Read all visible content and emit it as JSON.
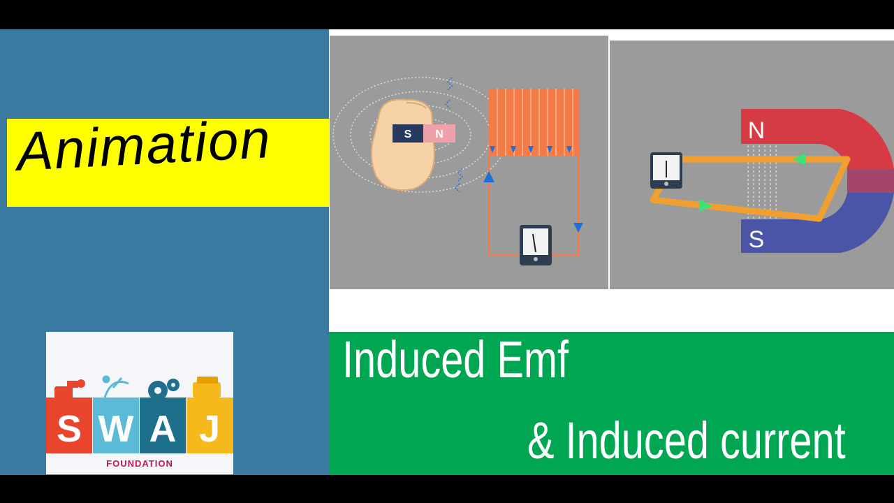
{
  "banner": {
    "animation_label": "Animation"
  },
  "logo": {
    "letters": [
      "S",
      "W",
      "A",
      "J"
    ],
    "letter_colors": [
      "#e8452c",
      "#5bbad5",
      "#1d6f8c",
      "#f6b91b"
    ],
    "subtitle": "FOUNDATION"
  },
  "illustration_left": {
    "magnet_south_label": "S",
    "magnet_north_label": "N"
  },
  "illustration_right": {
    "north_label": "N",
    "south_label": "S"
  },
  "title": {
    "line1": "Induced Emf",
    "line2": "& Induced current"
  },
  "colors": {
    "left_panel": "#3a7aa1",
    "banner": "#ffff00",
    "title_panel": "#00a651",
    "coil": "#f47a48",
    "arrow_blue": "#1e6fd9",
    "arrow_green": "#3ee07a",
    "magnet_red": "#d63a44",
    "magnet_blue": "#4a55a8"
  }
}
